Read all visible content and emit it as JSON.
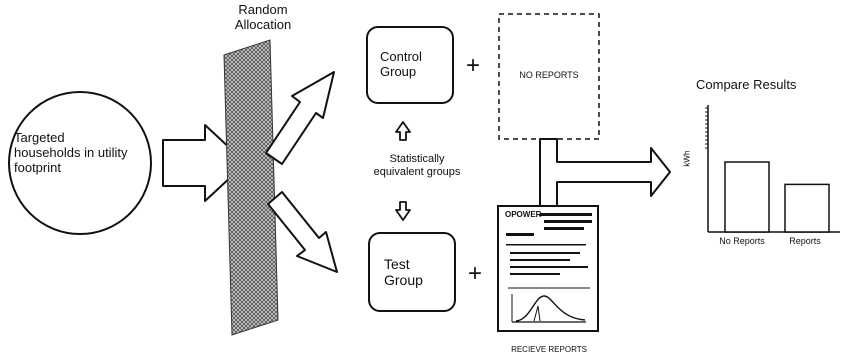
{
  "population": {
    "label": "Targeted households in utility footprint"
  },
  "allocation": {
    "label": "Random Allocation"
  },
  "groups": {
    "control": "Control Group",
    "test": "Test Group",
    "equivalence_note": "Statistically equivalent groups"
  },
  "treatments": {
    "no_reports": "NO REPORTS",
    "receive_reports": "RECIEVE REPORTS",
    "report_header": "OPOWER"
  },
  "operators": {
    "plus": "+"
  },
  "chart_data": {
    "type": "bar",
    "title": "Compare Results",
    "ylabel": "kWh",
    "categories": [
      "No Reports",
      "Reports"
    ],
    "values": [
      1.0,
      0.68
    ],
    "grid": false
  }
}
